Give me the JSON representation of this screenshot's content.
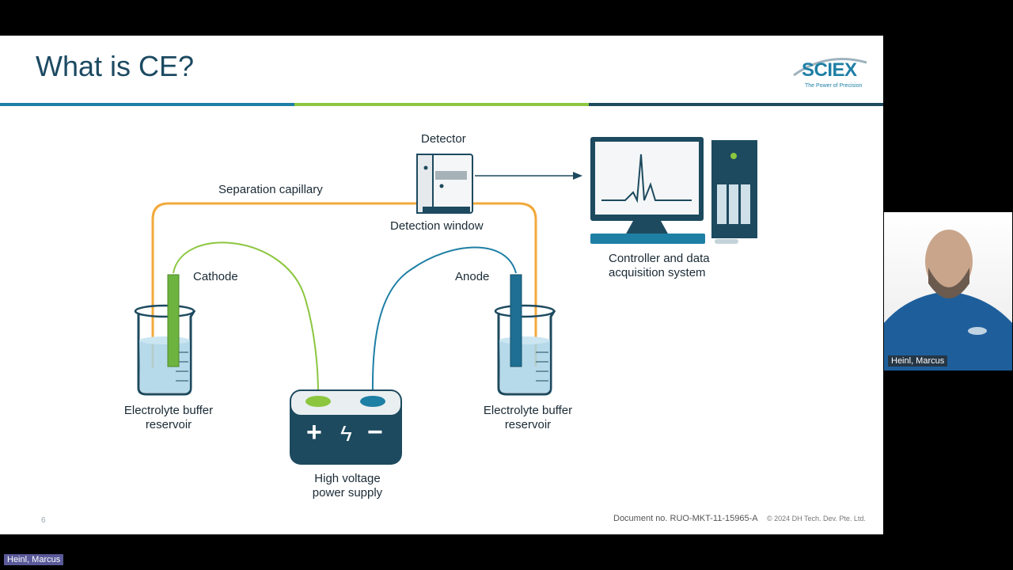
{
  "slide": {
    "title": "What is CE?",
    "page_number": "6",
    "document_number": "Document no. RUO-MKT-11-15965-A",
    "copyright": "© 2024 DH Tech. Dev. Pte. Ltd."
  },
  "logo": {
    "wordmark": "SCIEX",
    "tagline": "The Power of Precision"
  },
  "diagram": {
    "labels": {
      "detector": "Detector",
      "separation_capillary": "Separation capillary",
      "detection_window": "Detection window",
      "cathode": "Cathode",
      "anode": "Anode",
      "reservoir_left_line1": "Electrolyte buffer",
      "reservoir_left_line2": "reservoir",
      "reservoir_right_line1": "Electrolyte buffer",
      "reservoir_right_line2": "reservoir",
      "power_line1": "High voltage",
      "power_line2": "power supply",
      "controller_line1": "Controller and data",
      "controller_line2": "acquisition system"
    },
    "symbols": {
      "plus": "+",
      "bolt": "ϟ",
      "minus": "−"
    },
    "colors": {
      "capillary": "#f2a93b",
      "cathode_wire": "#8cc63f",
      "anode_wire": "#1e7fa5",
      "equipment": "#1d4a5f",
      "buffer": "#a9d3e6"
    }
  },
  "participants": {
    "webcam_name": "Heinl, Marcus",
    "bottom_name": "Heinl, Marcus"
  }
}
